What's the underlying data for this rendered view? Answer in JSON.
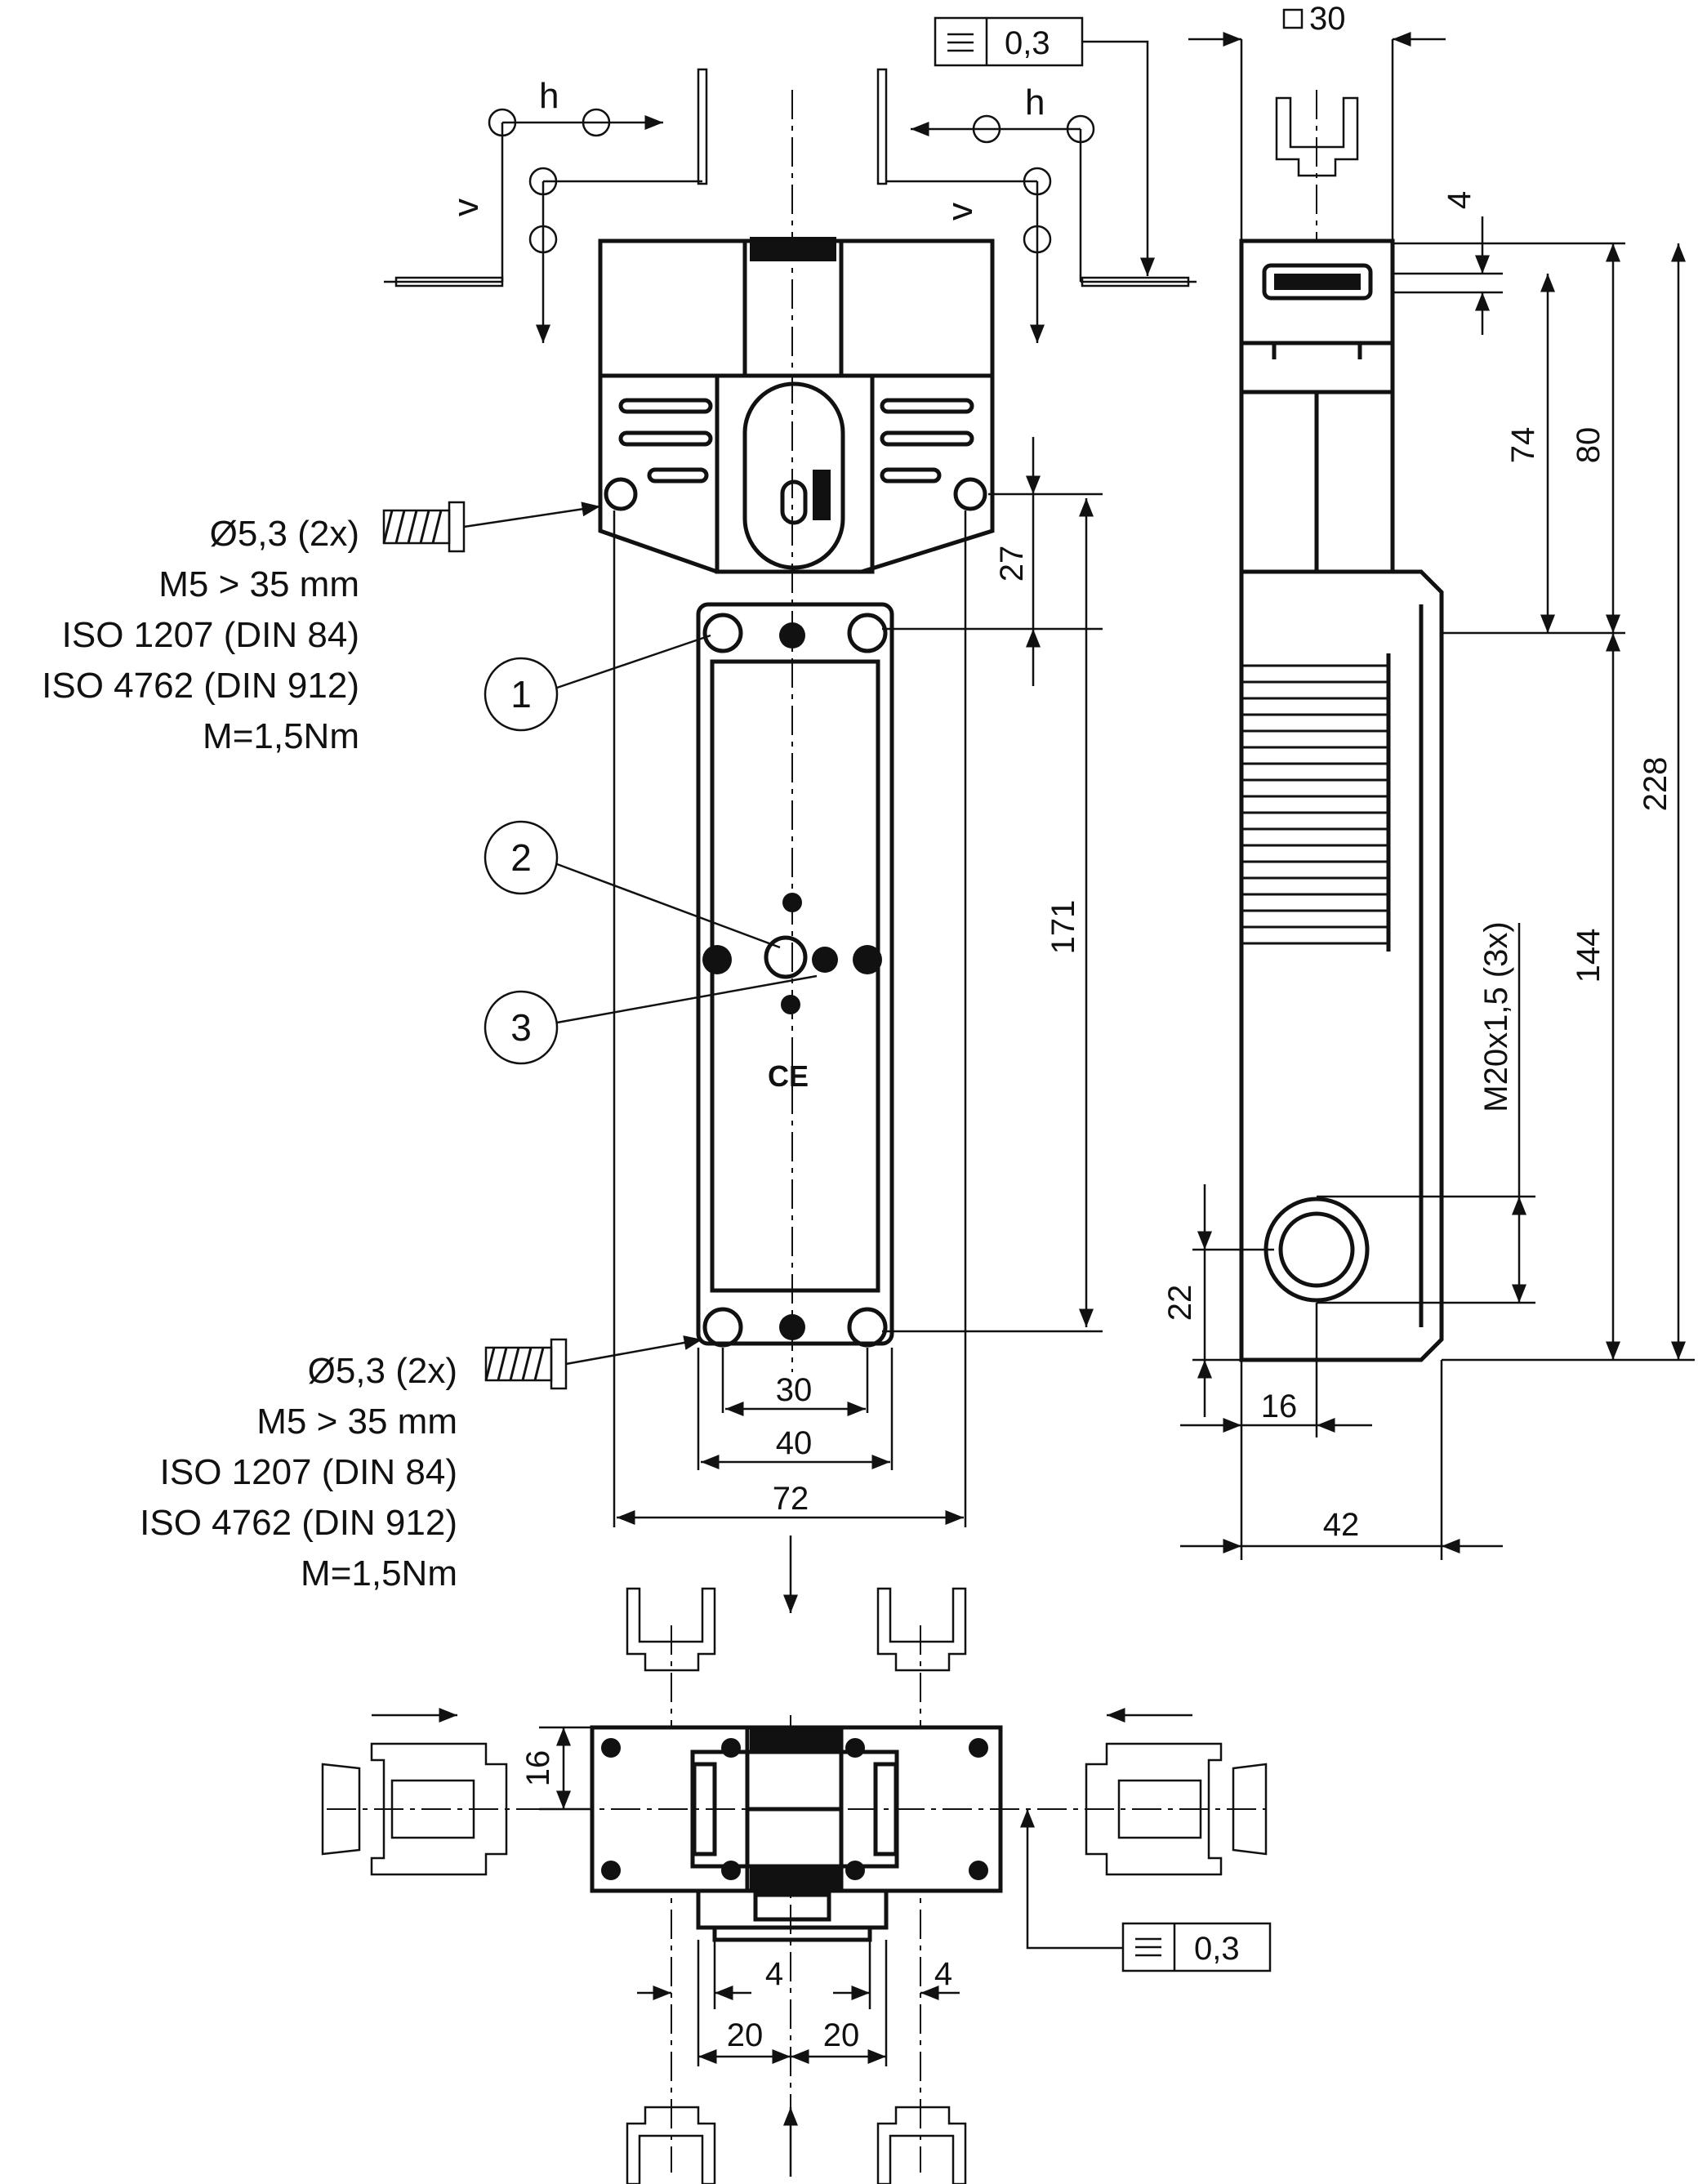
{
  "top_notes": {
    "h_left": "h",
    "h_right": "h",
    "v_left": "v",
    "v_right": "v",
    "flatness_top": "0,3",
    "square_30": "30"
  },
  "front_view": {
    "screw_top_note": [
      "Ø5,3 (2x)",
      "M5 > 35 mm",
      "ISO 1207 (DIN 84)",
      "ISO 4762 (DIN 912)",
      "M=1,5Nm"
    ],
    "screw_bottom_note": [
      "Ø5,3 (2x)",
      "M5 > 35 mm",
      "ISO 1207 (DIN 84)",
      "ISO 4762 (DIN 912)",
      "M=1,5Nm"
    ],
    "callouts": [
      "1",
      "2",
      "3"
    ],
    "ce_mark": "CE",
    "dims": {
      "d27": "27",
      "d171": "171",
      "d30": "30",
      "d40": "40",
      "d72": "72"
    }
  },
  "side_view": {
    "dims": {
      "d4": "4",
      "d74": "74",
      "d80": "80",
      "d228": "228",
      "d144": "144",
      "d22": "22",
      "d16": "16",
      "d42": "42"
    },
    "thread_note": "M20x1,5 (3x)"
  },
  "bottom_view": {
    "dims": {
      "d16": "16",
      "d4_left": "4",
      "d4_right": "4",
      "d20_left": "20",
      "d20_right": "20"
    },
    "flatness_bottom": "0,3"
  }
}
